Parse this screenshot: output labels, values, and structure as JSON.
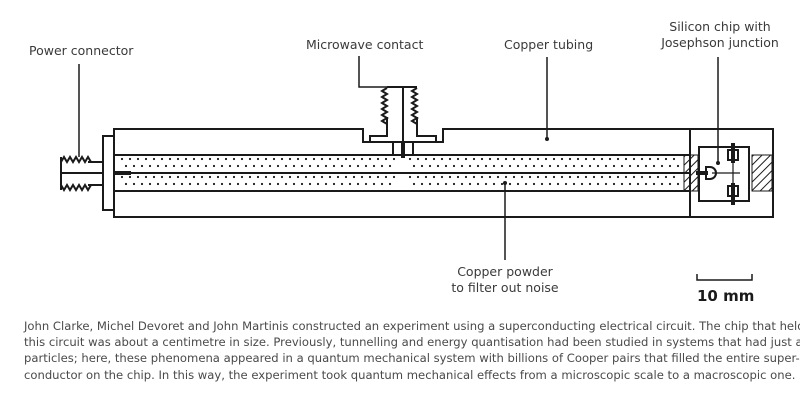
{
  "diagram": {
    "labels": {
      "power_connector": "Power connector",
      "microwave_contact": "Microwave contact",
      "copper_tubing": "Copper tubing",
      "silicon_chip_line1": "Silicon chip with",
      "silicon_chip_line2": "Josephson junction",
      "copper_powder_line1": "Copper powder",
      "copper_powder_line2": "to filter out noise"
    },
    "scale_bar": {
      "label": "10 mm"
    },
    "stroke_color": "#1a1a1a"
  },
  "caption": {
    "lines": [
      "John Clarke, Michel Devoret and John Martinis constructed an experiment using a superconducting electrical circuit. The chip that held",
      "this circuit was about a centimetre in size. Previously, tunnelling and energy quantisation had been studied in systems that had just a few",
      "particles; here, these phenomena appeared in a quantum mechanical system with billions of Cooper pairs that filled the entire super-",
      "conductor on the chip. In this way, the experiment took quantum mechanical effects from a microscopic scale to a macroscopic one."
    ]
  }
}
